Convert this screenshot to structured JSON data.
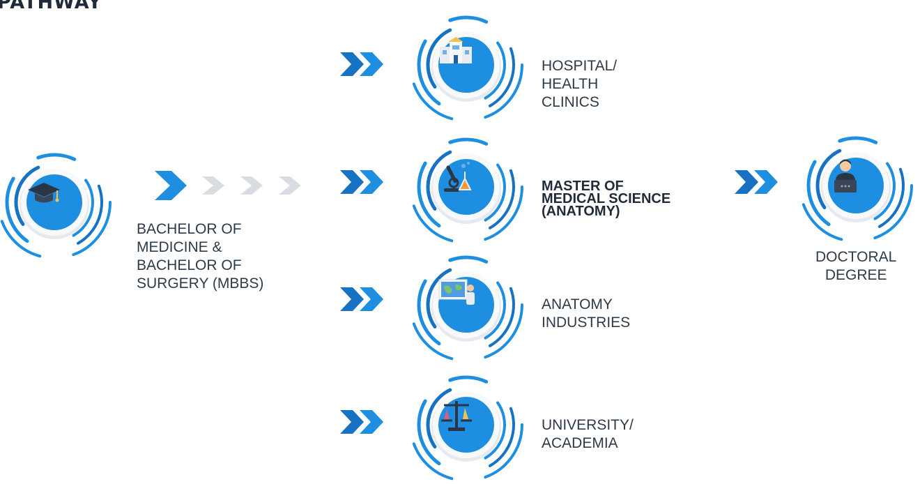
{
  "title": "PATHWAY",
  "colors": {
    "accent": "#1e8fe0",
    "accent_dark": "#1772c4",
    "muted": "#d9dde3"
  },
  "start": {
    "icon": "graduation-cap-icon",
    "label_lines": [
      "BACHELOR OF",
      "MEDICINE &",
      "BACHELOR OF",
      "SURGERY (MBBS)"
    ]
  },
  "branches": [
    {
      "icon": "hospital-icon",
      "label_lines": [
        "HOSPITAL/",
        "HEALTH",
        "CLINICS"
      ]
    },
    {
      "icon": "microscope-icon",
      "label_lines": [
        "MASTER OF",
        "MEDICAL SCIENCE",
        "(ANATOMY)"
      ]
    },
    {
      "icon": "presentation-board-icon",
      "label_lines": [
        "ANATOMY",
        "INDUSTRIES"
      ]
    },
    {
      "icon": "balance-scale-icon",
      "label_lines": [
        "UNIVERSITY/",
        "ACADEMIA"
      ]
    }
  ],
  "end": {
    "icon": "lecturer-podium-icon",
    "label_lines": [
      "DOCTORAL",
      "DEGREE"
    ]
  }
}
